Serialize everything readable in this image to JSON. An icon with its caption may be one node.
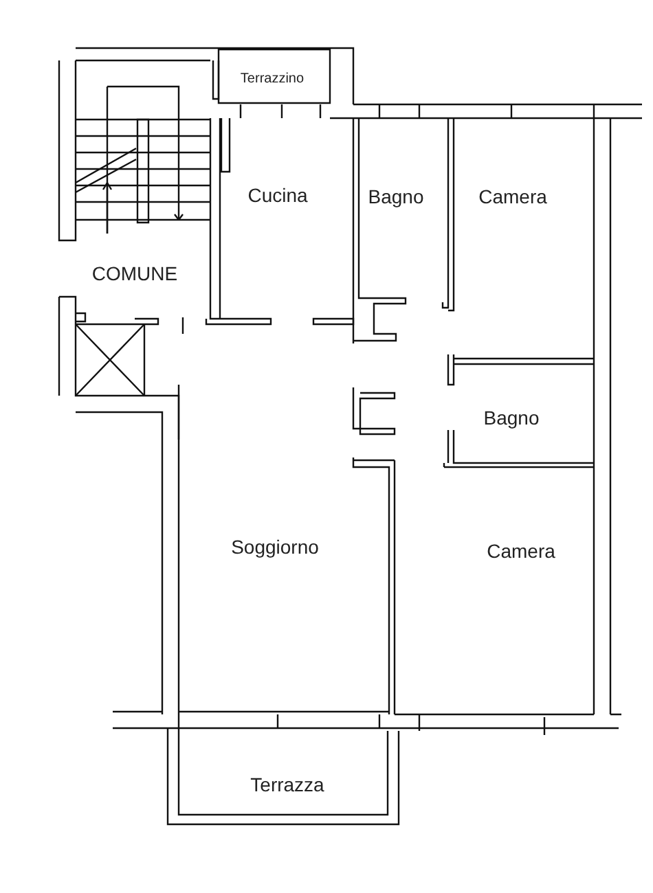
{
  "diagram": {
    "labels": [
      "Terrazzino",
      "Cucina",
      "Bagno",
      "Camera",
      "COMUNE",
      "Bagno",
      "Soggiorno",
      "Camera",
      "Terrazza"
    ]
  }
}
